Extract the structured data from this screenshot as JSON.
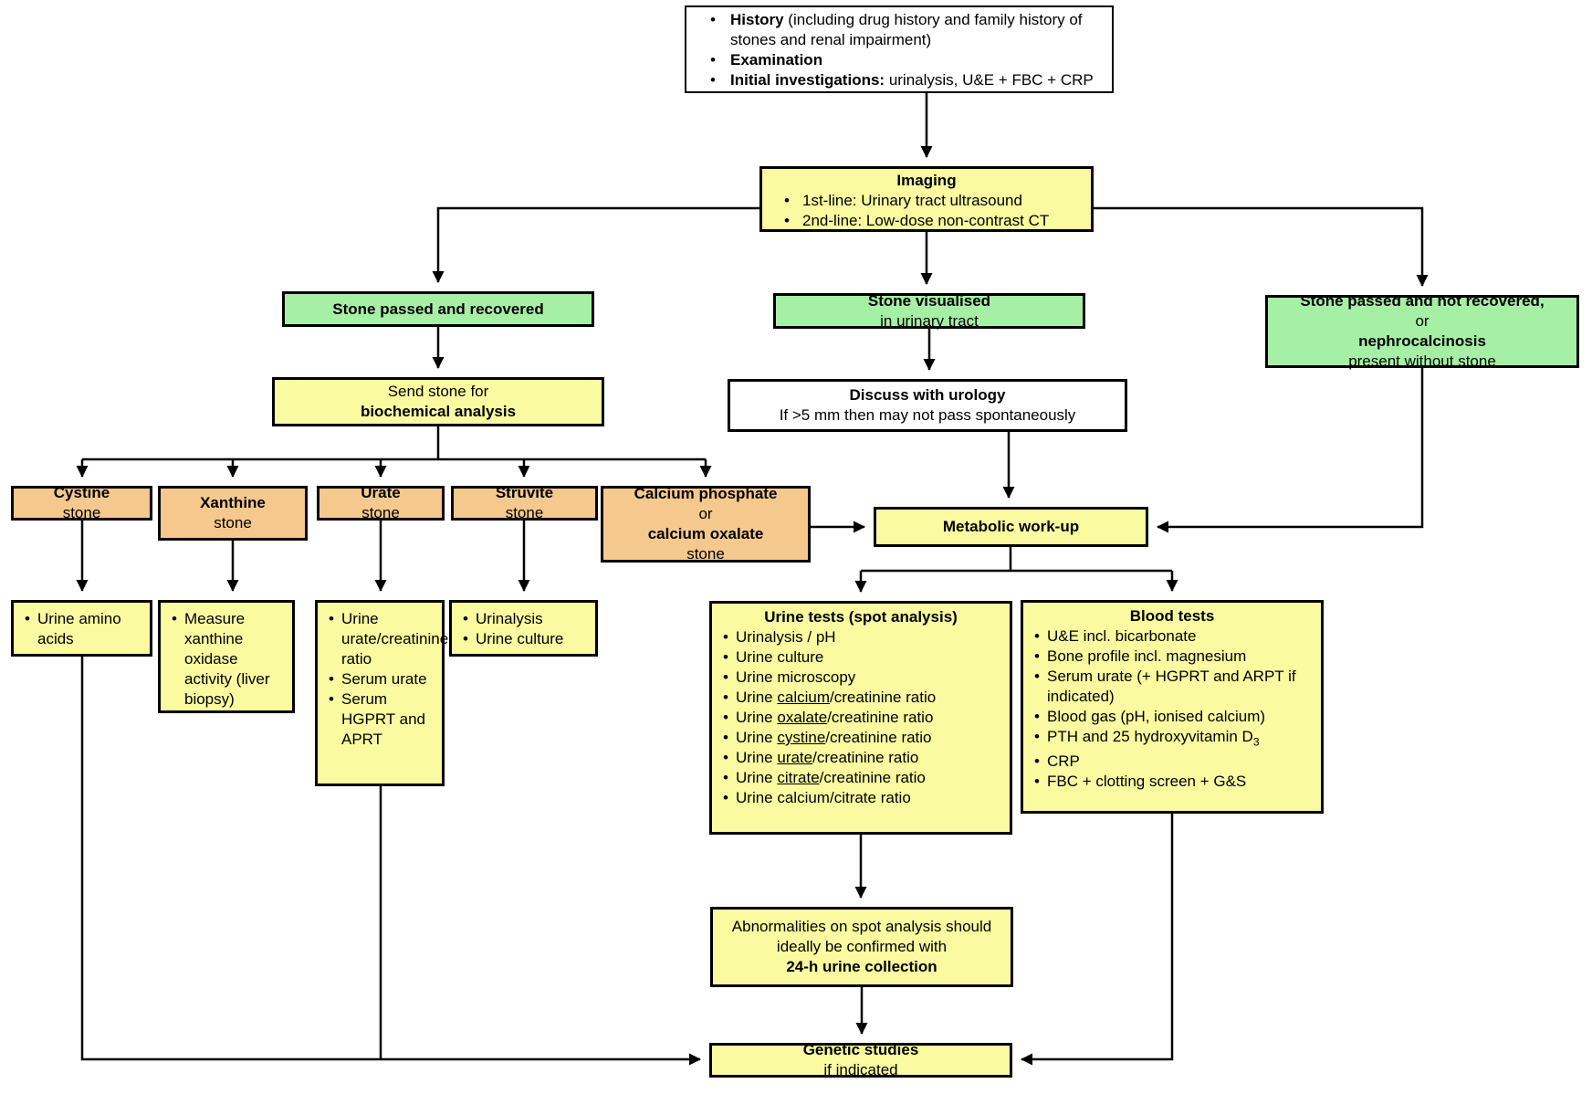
{
  "colors": {
    "box_yellow": "#FAFAA0",
    "box_green": "#A6F0A6",
    "box_tan": "#F5C98E",
    "line_black": "#000000",
    "background": "#FFFFFF"
  },
  "nodes": {
    "history": {
      "items": [
        [
          {
            "t": "History",
            "b": 1
          },
          {
            "t": " (including drug history and family history of stones and renal impairment)"
          }
        ],
        [
          {
            "t": "Examination",
            "b": 1
          }
        ],
        [
          {
            "t": "Initial investigations:",
            "b": 1
          },
          {
            "t": " urinalysis, U&E + FBC + CRP"
          }
        ]
      ]
    },
    "imaging": {
      "title": "Imaging",
      "items": [
        "1st-line: Urinary tract ultrasound",
        "2nd-line: Low-dose non-contrast CT"
      ]
    },
    "stone_recovered": [
      {
        "t": "Stone passed and recovered",
        "b": 1
      }
    ],
    "stone_visualised": [
      {
        "t": "Stone visualised",
        "b": 1
      },
      {
        "t": " in urinary tract"
      }
    ],
    "stone_not_recovered": [
      {
        "t": "Stone passed and not recovered,",
        "b": 1
      },
      {
        "t": " or "
      },
      {
        "t": "nephrocalcinosis",
        "b": 1
      },
      {
        "t": " present without stone"
      }
    ],
    "send_stone": [
      {
        "t": "Send stone for "
      },
      {
        "t": "biochemical analysis",
        "b": 1
      }
    ],
    "discuss": {
      "title": [
        {
          "t": "Discuss with urology",
          "b": 1
        }
      ],
      "line2": "If >5 mm then may not pass spontaneously"
    },
    "stone_types": {
      "cystine": [
        {
          "t": "Cystine",
          "b": 1
        },
        {
          "t": " stone"
        }
      ],
      "xanthine": [
        {
          "t": "Xanthine",
          "b": 1
        },
        {
          "t": " stone"
        }
      ],
      "urate": [
        {
          "t": "Urate",
          "b": 1
        },
        {
          "t": " stone"
        }
      ],
      "struvite": [
        {
          "t": "Struvite",
          "b": 1
        },
        {
          "t": " stone"
        }
      ],
      "calcium": [
        {
          "t": "Calcium phosphate",
          "b": 1
        },
        {
          "t": " or "
        },
        {
          "t": "calcium oxalate",
          "b": 1
        },
        {
          "t": " stone"
        }
      ]
    },
    "metabolic": [
      {
        "t": "Metabolic work-up",
        "b": 1
      }
    ],
    "cystine_tests": {
      "items": [
        "Urine amino acids"
      ]
    },
    "xanthine_tests": {
      "items": [
        "Measure xanthine oxidase activity (liver biopsy)"
      ]
    },
    "urate_tests": {
      "items": [
        "Urine urate/creatinine ratio",
        "Serum urate",
        "Serum HGPRT and APRT"
      ]
    },
    "struvite_tests": {
      "items": [
        "Urinalysis",
        "Urine culture"
      ]
    },
    "urine_tests": {
      "title": "Urine tests (spot analysis)",
      "items": [
        "Urinalysis / pH",
        "Urine culture",
        "Urine microscopy",
        [
          {
            "t": "Urine "
          },
          {
            "t": "calcium",
            "u": 1
          },
          {
            "t": "/creatinine ratio"
          }
        ],
        [
          {
            "t": "Urine "
          },
          {
            "t": "oxalate",
            "u": 1
          },
          {
            "t": "/creatinine ratio"
          }
        ],
        [
          {
            "t": "Urine "
          },
          {
            "t": "cystine",
            "u": 1
          },
          {
            "t": "/creatinine ratio"
          }
        ],
        [
          {
            "t": "Urine "
          },
          {
            "t": "urate",
            "u": 1
          },
          {
            "t": "/creatinine ratio"
          }
        ],
        [
          {
            "t": "Urine "
          },
          {
            "t": "citrate",
            "u": 1
          },
          {
            "t": "/creatinine ratio"
          }
        ],
        "Urine calcium/citrate ratio"
      ]
    },
    "blood_tests": {
      "title": "Blood tests",
      "items": [
        "U&E incl. bicarbonate",
        "Bone profile incl. magnesium",
        "Serum urate (+ HGPRT and ARPT if indicated)",
        "Blood gas (pH, ionised calcium)",
        [
          {
            "t": "PTH and 25 hydroxyvitamin D"
          },
          {
            "t": "3",
            "sub": 1
          }
        ],
        "CRP",
        "FBC + clotting screen + G&S"
      ]
    },
    "abnormalities": [
      {
        "t": "Abnormalities on spot analysis should ideally be confirmed with "
      },
      {
        "t": "24-h urine collection",
        "b": 1
      }
    ],
    "genetic": [
      {
        "t": "Genetic studies",
        "b": 1
      },
      {
        "t": " if indicated"
      }
    ]
  }
}
